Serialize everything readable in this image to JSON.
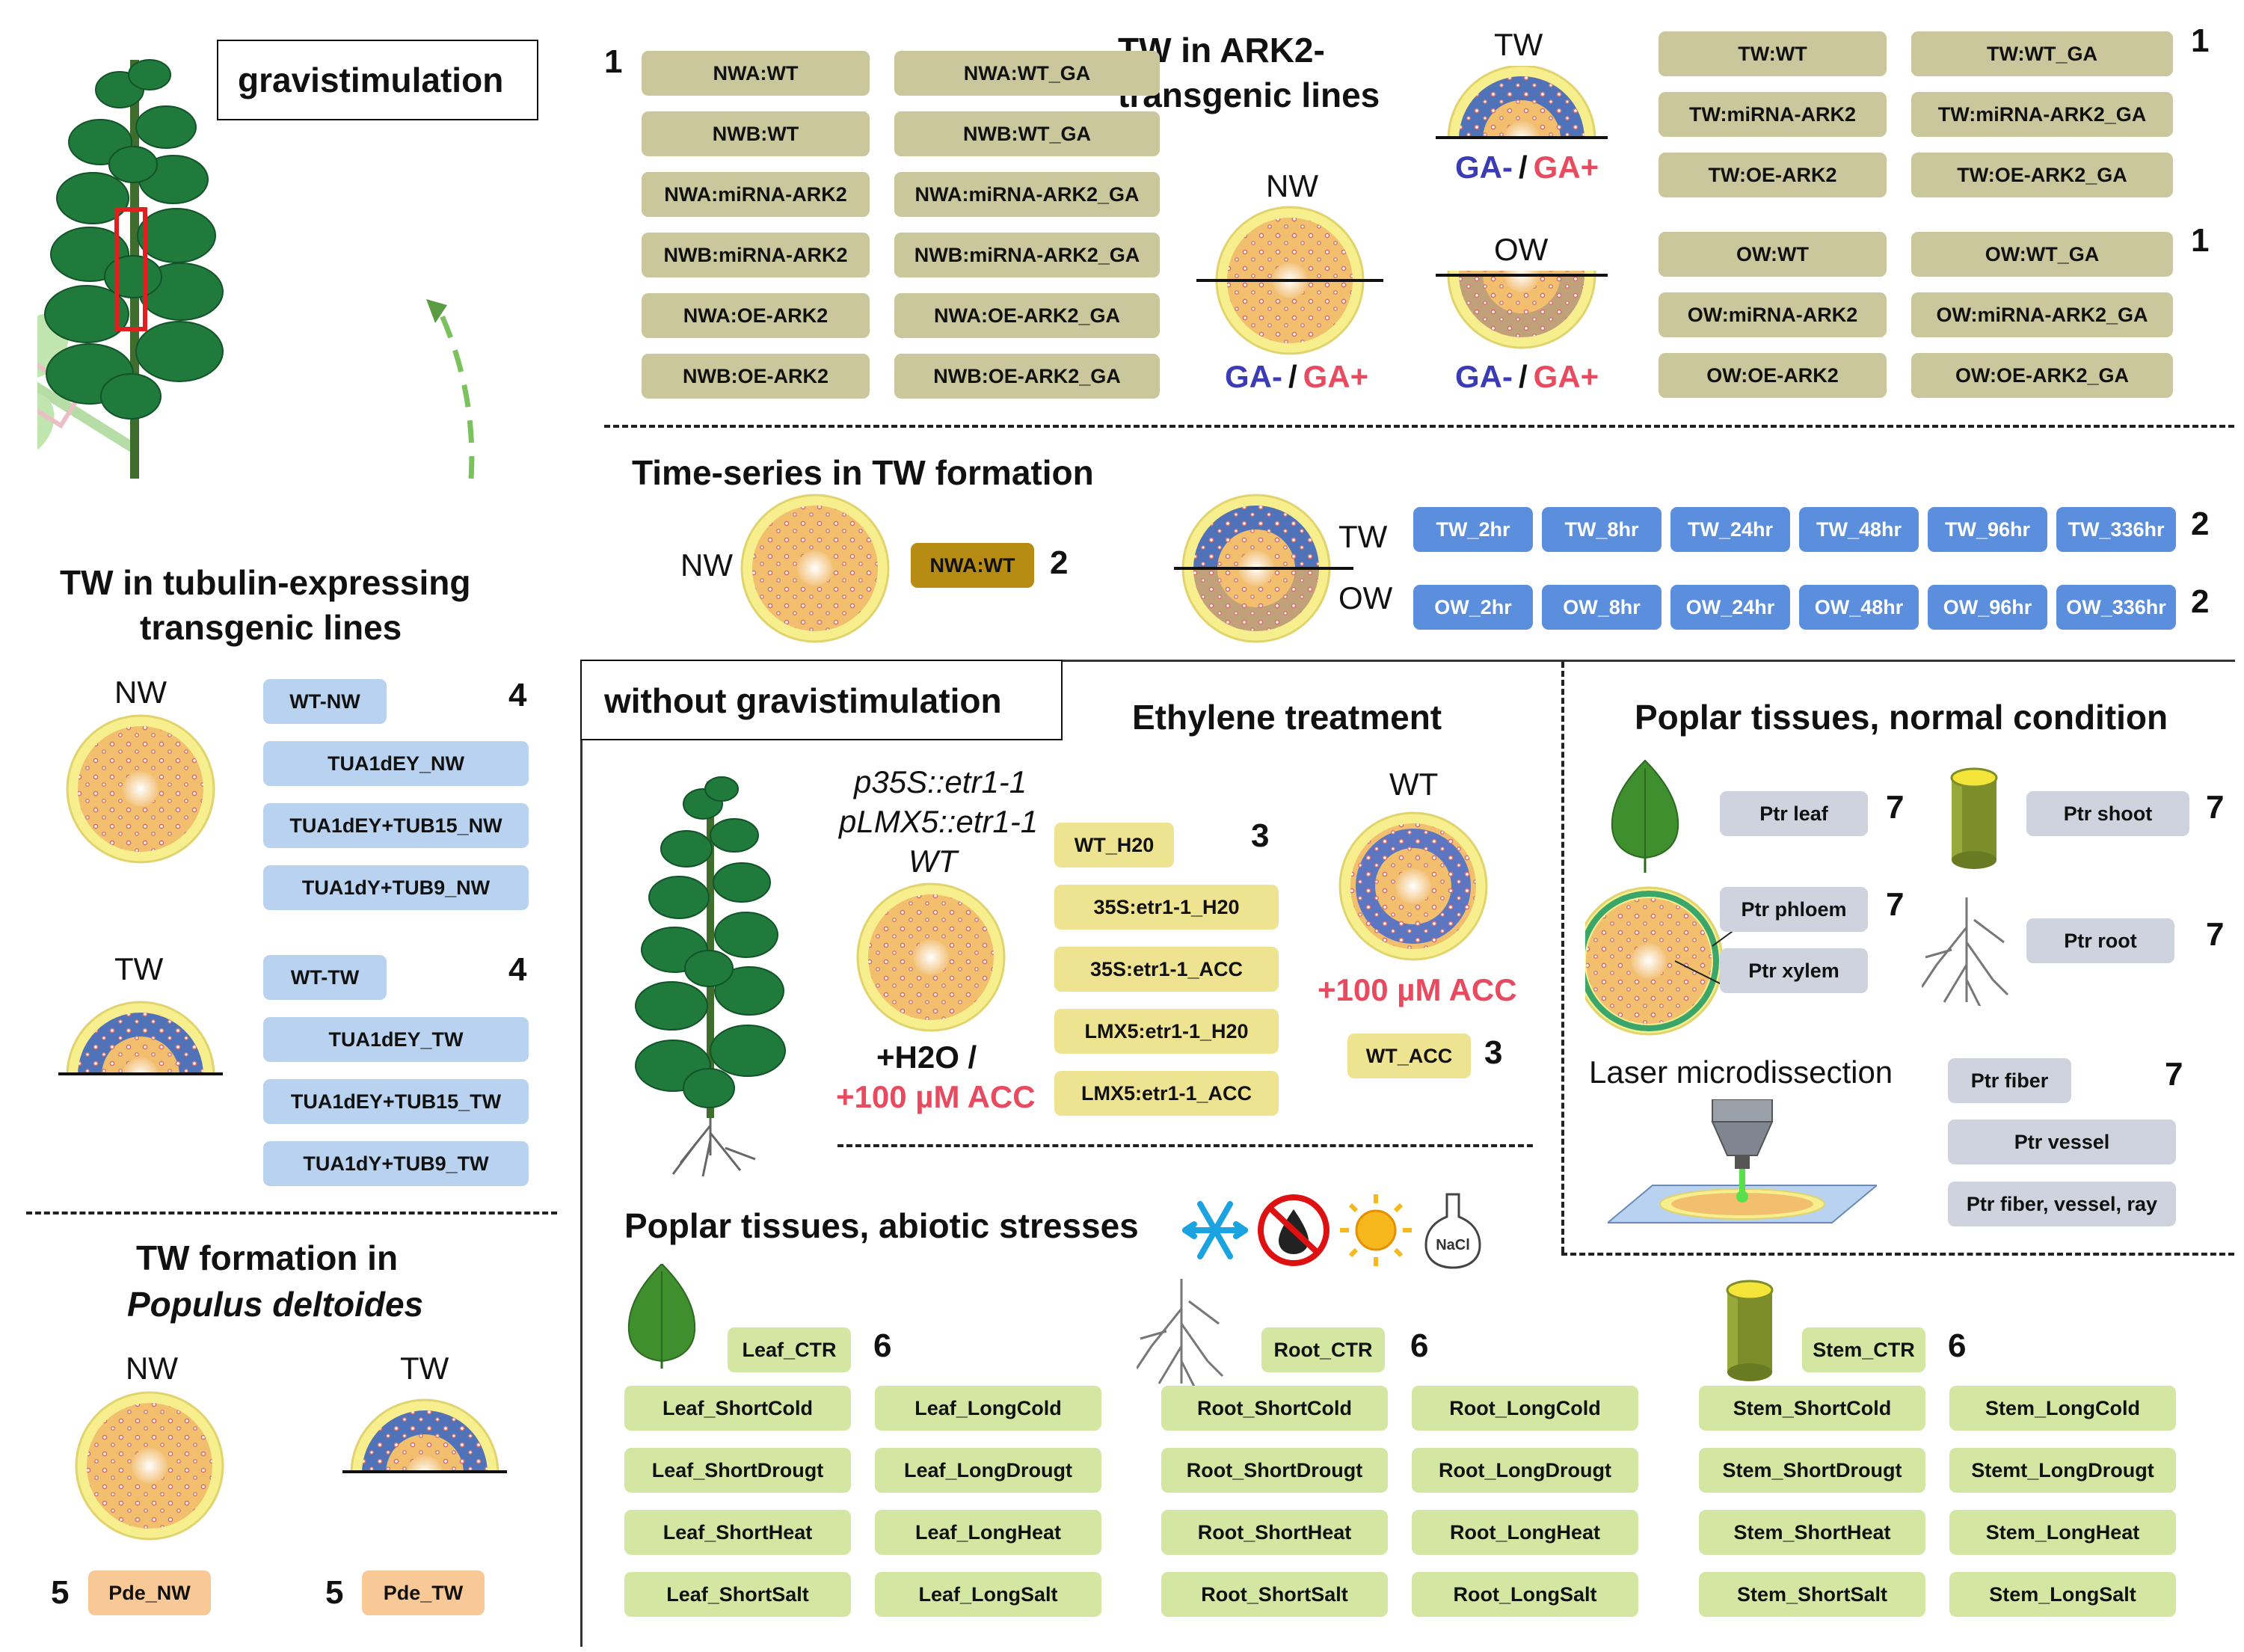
{
  "colors": {
    "olive_chip": "#c9c79b",
    "brown_chip": "#b68c12",
    "blue_chip": "#5b8fde",
    "light_blue_chip": "#b8d2ef",
    "yellow_chip": "#ede391",
    "grey_chip": "#cfd3dd",
    "green_chip": "#d3e6a2",
    "peach_chip": "#f8c896",
    "ga_minus": "#3b3bb5",
    "ga_plus": "#e84a5f"
  },
  "gravi": {
    "title": "gravistimulation"
  },
  "ark2": {
    "title_line1": "TW in ARK2-",
    "title_line2": "transgenic lines",
    "group_number": "1",
    "nw_label": "NW",
    "tw_label": "TW",
    "ow_label": "OW",
    "ga_minus": "GA-",
    "ga_slash": "/",
    "ga_plus": "GA+",
    "nw_chips_left": [
      "NWA:WT",
      "NWB:WT",
      "NWA:miRNA-ARK2",
      "NWB:miRNA-ARK2",
      "NWA:OE-ARK2",
      "NWB:OE-ARK2"
    ],
    "nw_chips_right": [
      "NWA:WT_GA",
      "NWB:WT_GA",
      "NWA:miRNA-ARK2_GA",
      "NWB:miRNA-ARK2_GA",
      "NWA:OE-ARK2_GA",
      "NWB:OE-ARK2_GA"
    ],
    "tw_chips_left": [
      "TW:WT",
      "TW:miRNA-ARK2",
      "TW:OE-ARK2"
    ],
    "tw_chips_right": [
      "TW:WT_GA",
      "TW:miRNA-ARK2_GA",
      "TW:OE-ARK2_GA"
    ],
    "ow_chips_left": [
      "OW:WT",
      "OW:miRNA-ARK2",
      "OW:OE-ARK2"
    ],
    "ow_chips_right": [
      "OW:WT_GA",
      "OW:miRNA-ARK2_GA",
      "OW:OE-ARK2_GA"
    ]
  },
  "timeseries": {
    "title": "Time-series in TW formation",
    "nw_label": "NW",
    "tw_label": "TW",
    "ow_label": "OW",
    "nwa_chip": "NWA:WT",
    "group_number": "2",
    "tw_chips": [
      "TW_2hr",
      "TW_8hr",
      "TW_24hr",
      "TW_48hr",
      "TW_96hr",
      "TW_336hr"
    ],
    "ow_chips": [
      "OW_2hr",
      "OW_8hr",
      "OW_24hr",
      "OW_48hr",
      "OW_96hr",
      "OW_336hr"
    ]
  },
  "tubulin": {
    "title_line1": "TW in tubulin-expressing",
    "title_line2": "transgenic lines",
    "nw_label": "NW",
    "tw_label": "TW",
    "group_number": "4",
    "nw_chips": [
      "WT-NW",
      "TUA1dEY_NW",
      "TUA1dEY+TUB15_NW",
      "TUA1dY+TUB9_NW"
    ],
    "tw_chips": [
      "WT-TW",
      "TUA1dEY_TW",
      "TUA1dEY+TUB15_TW",
      "TUA1dY+TUB9_TW"
    ]
  },
  "deltoides": {
    "title_line1": "TW formation in",
    "title_line2": "Populus deltoides",
    "nw_label": "NW",
    "tw_label": "TW",
    "group_number": "5",
    "nw_chip": "Pde_NW",
    "tw_chip": "Pde_TW"
  },
  "without": {
    "title": "without gravistimulation"
  },
  "ethylene": {
    "title": "Ethylene treatment",
    "genotype1": "p35S::etr1-1",
    "genotype2": "pLMX5::etr1-1",
    "genotype3": "WT",
    "treat_h2o": "+H2O /",
    "treat_acc": "+100 µM ACC",
    "wt_label": "WT",
    "wt_acc_text": "+100 µM ACC",
    "group_number": "3",
    "chips": [
      "WT_H20",
      "35S:etr1-1_H20",
      "35S:etr1-1_ACC",
      "LMX5:etr1-1_H20",
      "LMX5:etr1-1_ACC"
    ],
    "wt_acc_chip": "WT_ACC"
  },
  "normal": {
    "title": "Poplar tissues, normal condition",
    "group_number": "7",
    "chips": {
      "leaf": "Ptr leaf",
      "shoot": "Ptr shoot",
      "phloem": "Ptr phloem",
      "xylem": "Ptr xylem",
      "root": "Ptr root",
      "fiber": "Ptr fiber",
      "vessel": "Ptr vessel",
      "fvr": "Ptr fiber, vessel, ray"
    },
    "laser_label": "Laser microdissection"
  },
  "abiotic": {
    "title": "Poplar tissues, abiotic stresses",
    "group_number": "6",
    "nacl_label": "NaCl",
    "leaf_ctr": "Leaf_CTR",
    "root_ctr": "Root_CTR",
    "stem_ctr": "Stem_CTR",
    "leaf_left": [
      "Leaf_ShortCold",
      "Leaf_ShortDrougt",
      "Leaf_ShortHeat",
      "Leaf_ShortSalt"
    ],
    "leaf_right": [
      "Leaf_LongCold",
      "Leaf_LongDrougt",
      "Leaf_LongHeat",
      "Leaf_LongSalt"
    ],
    "root_left": [
      "Root_ShortCold",
      "Root_ShortDrougt",
      "Root_ShortHeat",
      "Root_ShortSalt"
    ],
    "root_right": [
      "Root_LongCold",
      "Root_LongDrougt",
      "Root_LongHeat",
      "Root_LongSalt"
    ],
    "stem_left": [
      "Stem_ShortCold",
      "Stem_ShortDrougt",
      "Stem_ShortHeat",
      "Stem_ShortSalt"
    ],
    "stem_right": [
      "Stem_LongCold",
      "Stemt_LongDrougt",
      "Stem_LongHeat",
      "Stem_LongSalt"
    ]
  }
}
